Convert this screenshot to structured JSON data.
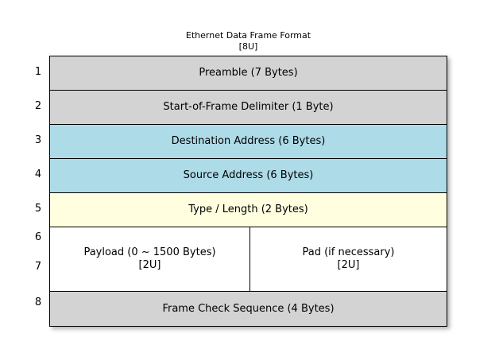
{
  "diagram": {
    "title": "Ethernet Data Frame Format",
    "title_tag": "[8U]",
    "colors": {
      "gray": "#d3d3d3",
      "blue": "#addbe8",
      "cream": "#ffffe0",
      "white": "#ffffff",
      "border": "#000000",
      "background": "#ffffff"
    },
    "row_numbers": [
      "1",
      "2",
      "3",
      "4",
      "5",
      "6",
      "7",
      "8"
    ],
    "rows": [
      {
        "number": "1",
        "label": "Preamble (7 Bytes)",
        "fill": "gray"
      },
      {
        "number": "2",
        "label": "Start-of-Frame Delimiter (1 Byte)",
        "fill": "gray"
      },
      {
        "number": "3",
        "label": "Destination Address (6 Bytes)",
        "fill": "blue"
      },
      {
        "number": "4",
        "label": "Source Address (6 Bytes)",
        "fill": "blue"
      },
      {
        "number": "5",
        "label": "Type / Length (2 Bytes)",
        "fill": "cream"
      },
      {
        "number": "6-7",
        "fill": "white",
        "split": true,
        "left": {
          "label": "Payload (0 ~ 1500 Bytes)",
          "tag": "[2U]"
        },
        "right": {
          "label": "Pad (if necessary)",
          "tag": "[2U]"
        }
      },
      {
        "number": "8",
        "label": "Frame Check Sequence (4 Bytes)",
        "fill": "gray"
      }
    ]
  }
}
